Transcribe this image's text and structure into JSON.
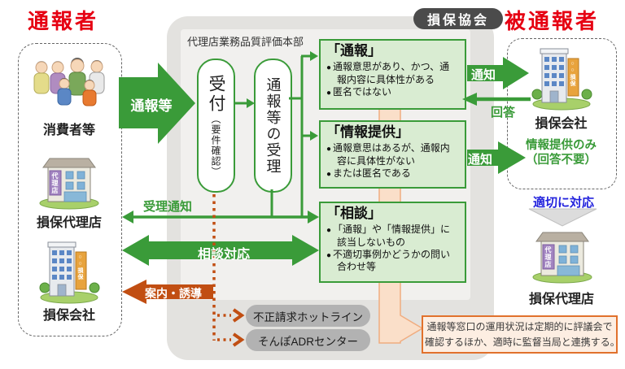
{
  "header": {
    "reporter_title": "通報者",
    "reported_title": "被通報者",
    "association_badge": "損保協会",
    "division_label": "代理店業務品質評価本部"
  },
  "reporter_panel": {
    "consumers": "消費者等",
    "agency": "損保代理店",
    "company": "損保会社"
  },
  "reported_panel": {
    "company": "損保会社",
    "info_only_line1": "情報提供のみ",
    "info_only_line2": "（回答不要）",
    "respond_label": "適切に対応",
    "agency": "損保代理店"
  },
  "process": {
    "tsuhoto_arrow": "通報等",
    "reception_main": "受付",
    "reception_sub": "（要件確認）",
    "acceptance": "通報等の受理",
    "categories": [
      {
        "title": "「通報」",
        "bullets": [
          "通報意思があり、かつ、通報内容に具体性がある",
          "匿名ではない"
        ]
      },
      {
        "title": "「情報提供」",
        "bullets": [
          "通報意思はあるが、通報内容に具体性がない",
          "または匿名である"
        ]
      },
      {
        "title": "「相談」",
        "bullets": [
          "「通報」や「情報提供」に該当しないもの",
          "不適切事例かどうかの問い合わせ等"
        ]
      }
    ],
    "juri_tsuchi": "受理通知",
    "sodan_taio": "相談対応",
    "annai_yudo": "案内・誘導",
    "hotlines": [
      "不正請求ホットライン",
      "そんぽADRセンター"
    ],
    "notify1": "通知",
    "reply": "回答",
    "notify2": "通知"
  },
  "note_box": {
    "line1": "通報等窓口の運用状況は定期的に評議会で",
    "line2": "確認するほか、適時に監督当局と連携する。"
  },
  "icons": {
    "agency_sign": "代理店",
    "company_sign": "○○損保"
  },
  "colors": {
    "green": "#3a9b39",
    "light_green": "#d9ecd2",
    "red": "#e60012",
    "orange": "#c14e12",
    "blue": "#2323dd",
    "peach_fill": "#fadfc9",
    "peach_border": "#f0ad80",
    "note_border": "#e1712c",
    "badge_bg": "#4b4b4b",
    "pill_bg": "#b2b2b2"
  }
}
